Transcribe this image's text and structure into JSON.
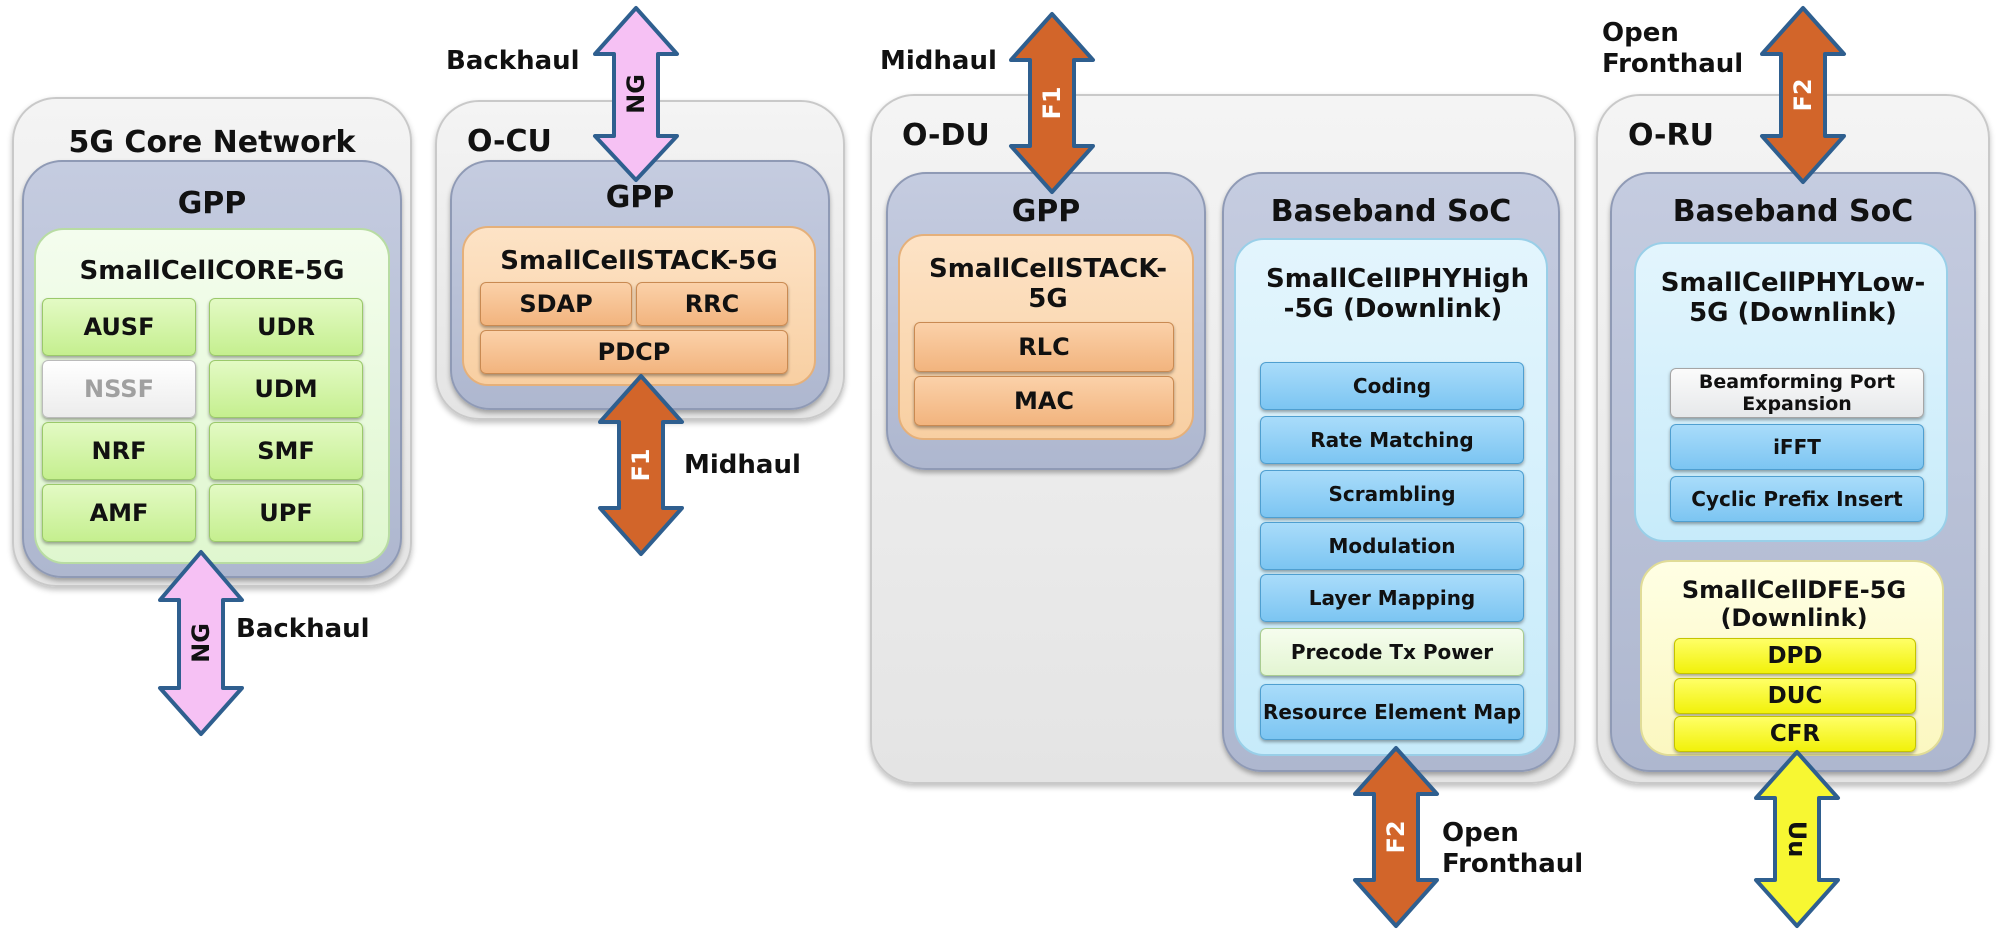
{
  "core": {
    "title": "5G Core Network",
    "gpp": "GPP",
    "stack": "SmallCellCORE-5G",
    "functions": [
      "AUSF",
      "UDR",
      "NSSF",
      "UDM",
      "NRF",
      "SMF",
      "AMF",
      "UPF"
    ]
  },
  "ocu": {
    "title": "O-CU",
    "gpp": "GPP",
    "stack": "SmallCellSTACK-5G",
    "layers": [
      "SDAP",
      "RRC",
      "PDCP"
    ]
  },
  "odu": {
    "title": "O-DU",
    "gpp": "GPP",
    "stack": "SmallCellSTACK-5G",
    "layers": [
      "RLC",
      "MAC"
    ],
    "soc": "Baseband SoC",
    "phy": "SmallCellPHYHigh -5G (Downlink)",
    "phy_blocks": [
      "Coding",
      "Rate Matching",
      "Scrambling",
      "Modulation",
      "Layer Mapping",
      "Precode Tx Power",
      "Resource Element Map"
    ]
  },
  "oru": {
    "title": "O-RU",
    "soc": "Baseband SoC",
    "phy": "SmallCellPHYLow- 5G (Downlink)",
    "phy_blocks": [
      "Beamforming Port Expansion",
      "iFFT",
      "Cyclic Prefix Insert"
    ],
    "dfe": "SmallCellDFE-5G (Downlink)",
    "dfe_blocks": [
      "DPD",
      "DUC",
      "CFR"
    ]
  },
  "interfaces": {
    "core_ng": {
      "tag": "NG",
      "label": "Backhaul"
    },
    "ocu_ng": {
      "tag": "NG",
      "label": "Backhaul"
    },
    "ocu_f1": {
      "tag": "F1",
      "label": "Midhaul"
    },
    "odu_f1": {
      "tag": "F1",
      "label": "Midhaul"
    },
    "odu_f2": {
      "tag": "F2",
      "label": "Open Fronthaul"
    },
    "oru_f2": {
      "tag": "F2",
      "label": "Open Fronthaul"
    },
    "oru_uu": {
      "tag": "Uu",
      "label": ""
    }
  },
  "colors": {
    "arrow_orange": "#d2652a",
    "arrow_pink": "#f6c1f4",
    "arrow_yellow": "#f7f732",
    "arrow_outline": "#2f5f8f"
  }
}
